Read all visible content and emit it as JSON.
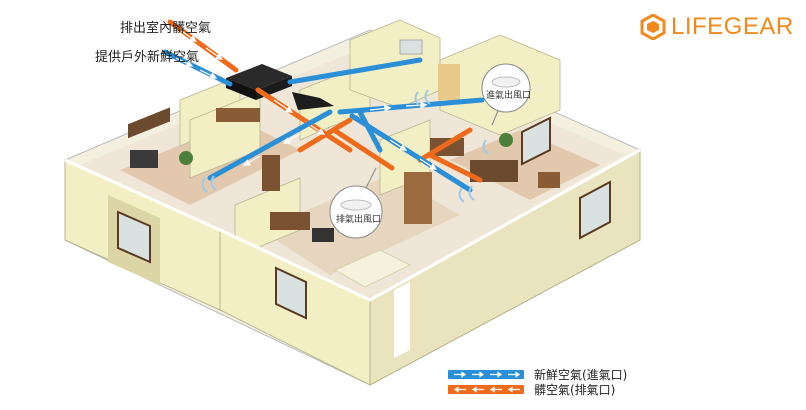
{
  "labels": {
    "exhaust_indoor": "排出室內髒空氣",
    "supply_fresh": "提供戶外新鮮空氣"
  },
  "logo": {
    "text": "LIFEGEAR"
  },
  "bubbles": {
    "intake": "進氣出風口",
    "exhaust": "排氣出風口"
  },
  "legend": [
    {
      "label": "新鮮空氣(進氣口)",
      "color": "#2a8fd6"
    },
    {
      "label": "髒空氣(排氣口)",
      "color": "#ef6a1a"
    }
  ],
  "colors": {
    "fresh": "#2a8fd6",
    "stale": "#ef6a1a",
    "brand": "#f08a1e",
    "floor": "#efe6d8",
    "wall": "#f3efc4",
    "wall_shadow": "#dcd6a6"
  }
}
